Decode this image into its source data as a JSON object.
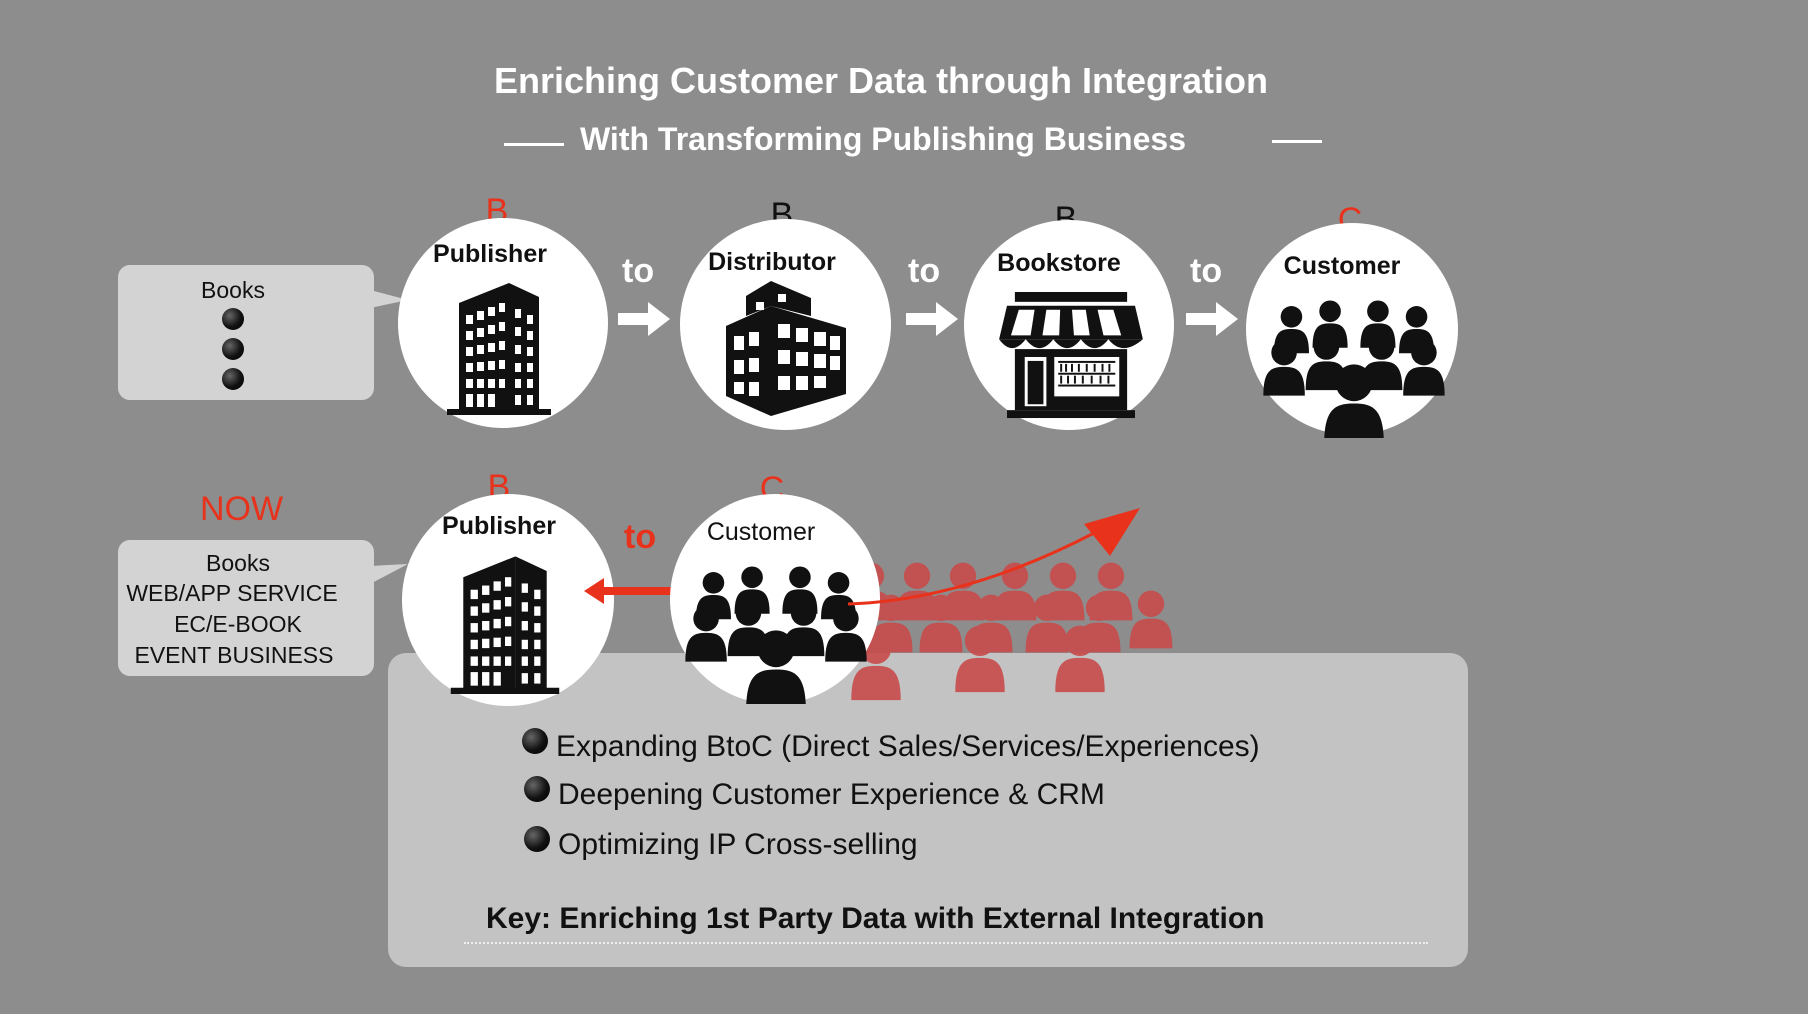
{
  "title": {
    "main": "Enriching Customer Data through Integration",
    "sub": "With Transforming Publishing Business"
  },
  "colors": {
    "background": "#8d8d8d",
    "accent_red": "#e8321b",
    "crowd_red": "#c84b4b",
    "panel": "#c3c3c3",
    "callout": "#d3d3d3"
  },
  "before_flow": {
    "callout": {
      "label": "Books",
      "bullets": 3
    },
    "connector": "to",
    "nodes": [
      {
        "letter": "B",
        "label": "Publisher",
        "icon": "office-building-icon"
      },
      {
        "letter": "B",
        "label": "Distributor",
        "icon": "warehouse-building-icon"
      },
      {
        "letter": "B",
        "label": "Bookstore",
        "icon": "storefront-icon"
      },
      {
        "letter": "C",
        "label": "Customer",
        "icon": "crowd-icon"
      }
    ]
  },
  "now_flow": {
    "tag": "NOW",
    "callout_lines": [
      "Books",
      "WEB/APP SERVICE",
      "EC/E-BOOK",
      "EVENT BUSINESS"
    ],
    "connector": "to",
    "nodes": [
      {
        "letter": "B",
        "label": "Publisher",
        "icon": "office-building-icon"
      },
      {
        "letter": "C",
        "label": "Customer",
        "icon": "crowd-icon"
      }
    ]
  },
  "panel": {
    "bullets": [
      "Expanding BtoC (Direct Sales/Services/Experiences)",
      "Deepening Customer Experience & CRM",
      "Optimizing IP Cross-selling"
    ],
    "key": "Key: Enriching 1st Party Data with External Integration"
  }
}
